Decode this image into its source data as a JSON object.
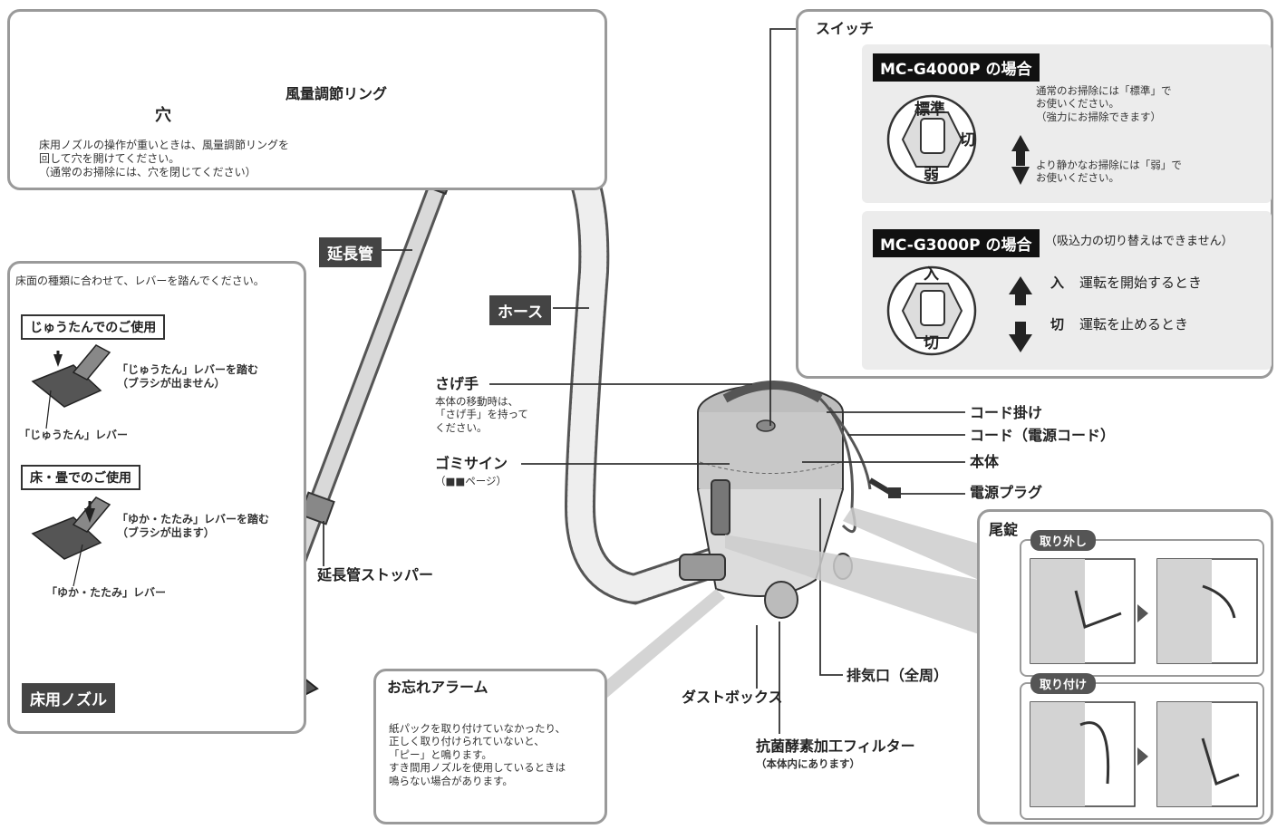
{
  "labels": {
    "switch": "スイッチ",
    "ring": "風量調節リング",
    "pipe": "延長管",
    "hose": "ホース",
    "handle": "さげ手",
    "handle_note": "本体の移動時は、\n「さげ手」を持って\nください。",
    "dust_sign": "ゴミサイン",
    "dust_sign_note": "（■■ページ）",
    "cord_hook": "コード掛け",
    "cord": "コード（電源コード）",
    "body": "本体",
    "plug": "電源プラグ",
    "tail_lock": "尾錠",
    "pipe_stopper": "延長管ストッパー",
    "dust_box": "ダストボックス",
    "exhaust": "排気口（全周）",
    "filter": "抗菌酵素加工フィルター",
    "filter_note": "（本体内にあります）",
    "floor_nozzle": "床用ノズル"
  },
  "top_left_panel": {
    "hole": "穴",
    "note": "床用ノズルの操作が重いときは、風量調節リングを\n回して穴を開けてください。\n（通常のお掃除には、穴を閉じてください）"
  },
  "left_panel": {
    "intro": "床面の種類に合わせて、レバーを踏んでください。",
    "carpet_title": "じゅうたんでのご使用",
    "carpet_action": "「じゅうたん」レバーを踏む\n（ブラシが出ません）",
    "carpet_lever": "「じゅうたん」レバー",
    "floor_title": "床・畳でのご使用",
    "floor_action": "「ゆか・たたみ」レバーを踏む\n（ブラシが出ます）",
    "floor_lever": "「ゆか・たたみ」レバー"
  },
  "switch_panel": {
    "g4000_header": "MC-G4000P の場合",
    "g4000_std": "標準",
    "g4000_weak": "弱",
    "g4000_off": "切",
    "g4000_up_text": "通常のお掃除には「標準」で\nお使いください。\n（強力にお掃除できます）",
    "g4000_down_text": "より静かなお掃除には「弱」で\nお使いください。",
    "g3000_header": "MC-G3000P の場合",
    "g3000_note": "（吸込力の切り替えはできません）",
    "g3000_on": "入",
    "g3000_off": "切",
    "g3000_on_label": "入",
    "g3000_on_text": "運転を開始するとき",
    "g3000_off_label": "切",
    "g3000_off_text": "運転を止めるとき"
  },
  "tail_panel": {
    "remove": "取り外し",
    "attach": "取り付け"
  },
  "alarm_panel": {
    "title": "お忘れアラーム",
    "text": "紙パックを取り付けていなかったり、\n正しく取り付けられていないと、\n「ピー」と鳴ります。\nすき間用ノズルを使用しているときは\n鳴らない場合があります。"
  },
  "colors": {
    "panel_border": "#9a9a9a",
    "dark_label": "#444444",
    "model_header": "#111111",
    "subpanel_bg": "#ececec"
  }
}
